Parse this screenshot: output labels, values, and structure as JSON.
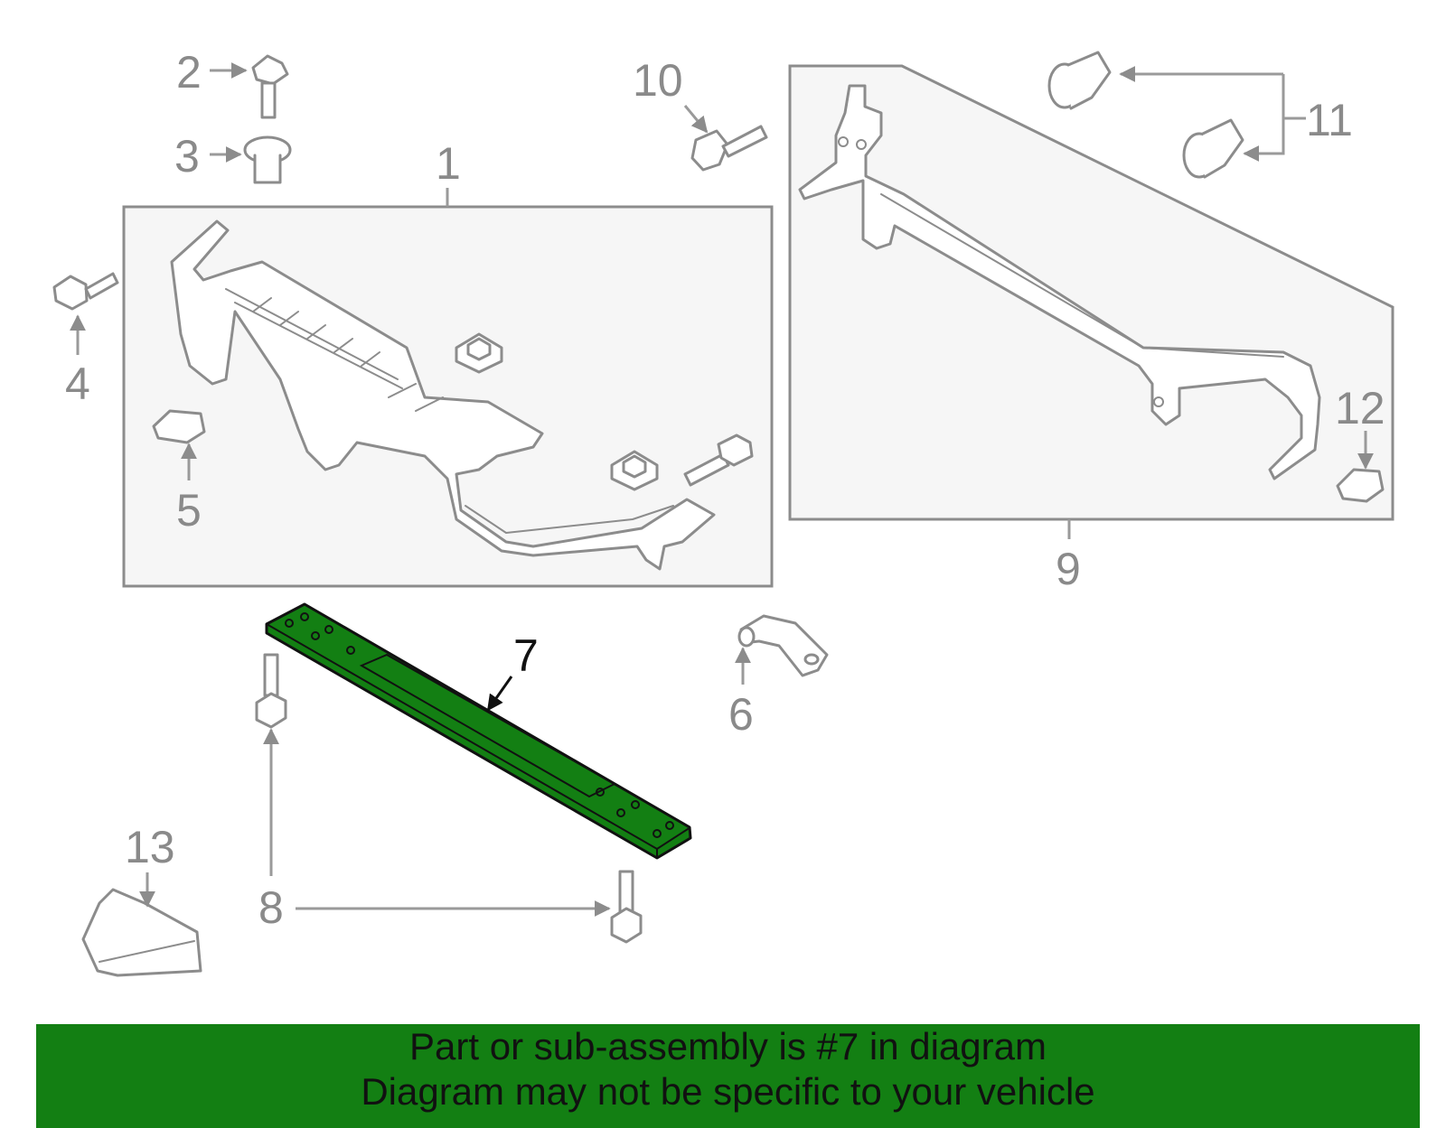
{
  "diagram": {
    "callouts": [
      "1",
      "2",
      "3",
      "4",
      "5",
      "6",
      "7",
      "8",
      "9",
      "10",
      "11",
      "12",
      "13"
    ],
    "highlight_callout": "7",
    "colors": {
      "highlight": "#137f13",
      "line": "#8c8c8c",
      "panel": "#f6f6f6"
    }
  },
  "banner": {
    "line1": "Part or sub-assembly is #7 in diagram",
    "line2": "Diagram may not be specific to your vehicle"
  }
}
